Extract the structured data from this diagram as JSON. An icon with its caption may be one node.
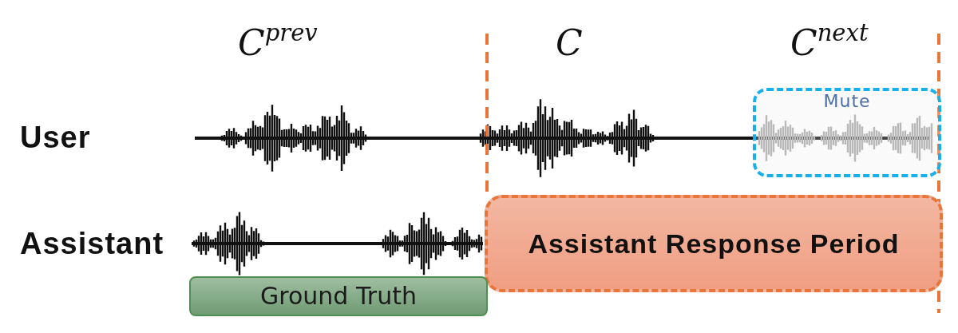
{
  "diagram": {
    "nodes": [
      {
        "text": [
          "Mute"
        ]
      },
      {
        "text": [
          "Assistant Response Period"
        ]
      },
      {
        "text": [
          "Ground Truth"
        ]
      }
    ],
    "labels": [
      "C$^{prev}$",
      "C",
      "C$^{next}$",
      "User",
      "Assistant"
    ]
  }
}
